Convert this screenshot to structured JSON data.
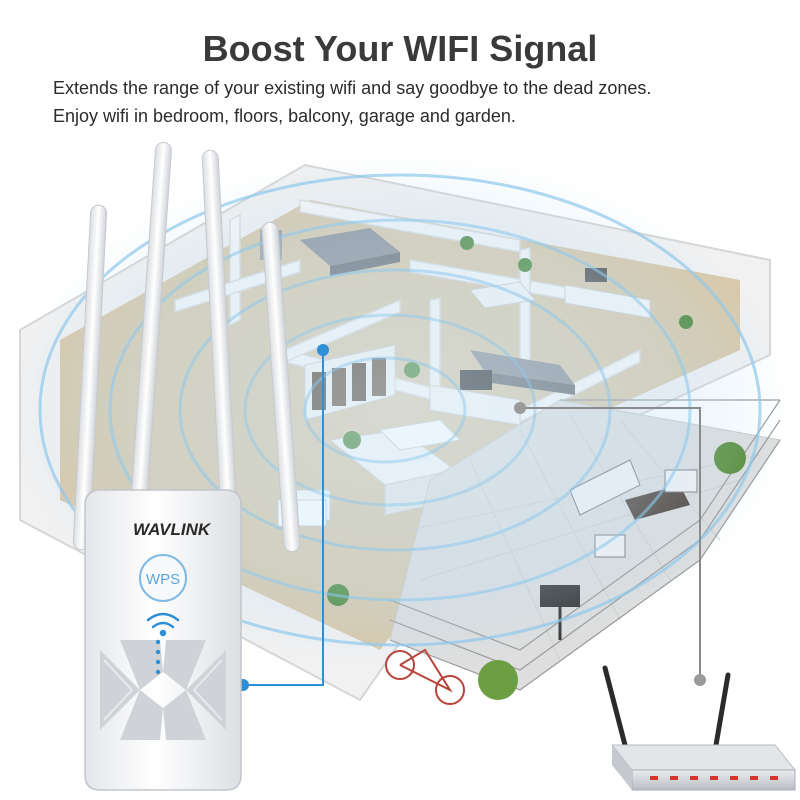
{
  "headline": "Boost Your WIFI Signal",
  "subtext": {
    "line1": "Extends the range of your existing wifi and say goodbye to the dead zones.",
    "line2": "Enjoy wifi in bedroom, floors, balcony, garage and garden."
  },
  "extender": {
    "brand": "WAVLINK",
    "wps_label": "WPS"
  },
  "colors": {
    "signal_blue": "#8ec9ec",
    "accent_blue": "#2f8fd6",
    "wall": "#f3f3f3",
    "floor": "#d8c7a8",
    "patio": "#dcdcdc",
    "router_body": "#c9ccd1",
    "router_led": "#d9342b",
    "title": "#3a3a3a"
  },
  "icons": [
    "wifi-signal-icon",
    "led-indicator-icon"
  ]
}
